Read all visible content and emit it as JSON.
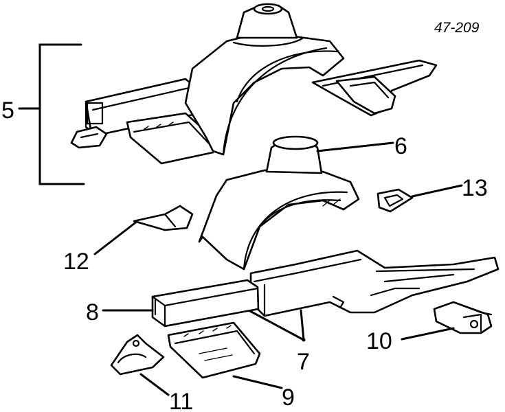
{
  "figure_number": "47-209",
  "callouts": {
    "c5": "5",
    "c6": "6",
    "c7": "7",
    "c8": "8",
    "c9": "9",
    "c10": "10",
    "c11": "11",
    "c12": "12",
    "c13": "13"
  }
}
